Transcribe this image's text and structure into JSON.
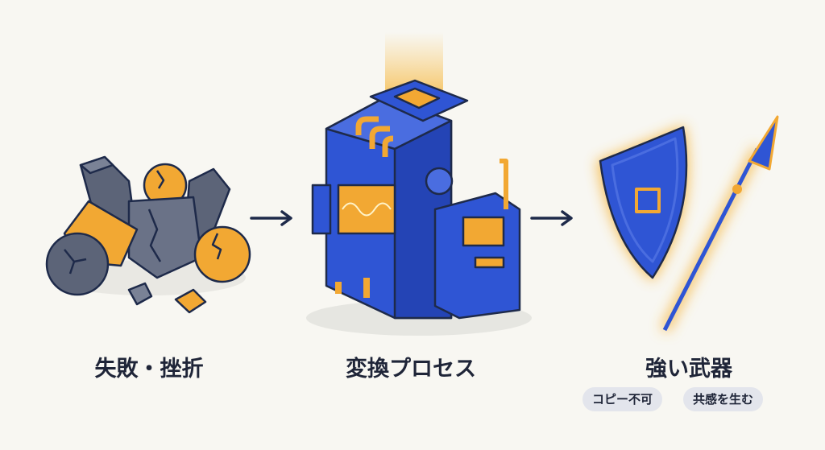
{
  "stages": [
    {
      "label": "失敗・挫折",
      "icon": "broken-rocks-icon"
    },
    {
      "label": "変換プロセス",
      "icon": "transformation-machine-icon"
    },
    {
      "label": "強い武器",
      "icon": "shield-and-spear-icon",
      "tags": [
        "コピー不可",
        "共感を生む"
      ]
    }
  ],
  "colors": {
    "blue": "#2f55d4",
    "orange": "#f2a833",
    "gray": "#5c6478",
    "outline": "#1e2a4a",
    "background": "#f8f7f2"
  }
}
